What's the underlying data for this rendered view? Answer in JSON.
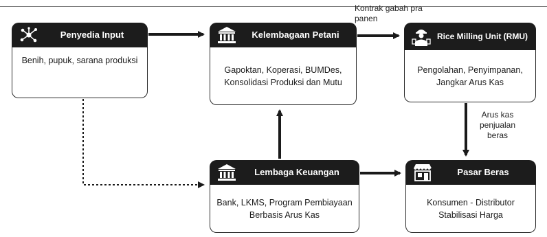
{
  "diagram": {
    "nodes": {
      "input": {
        "title": "Penyedia Input",
        "desc": "Benih, pupuk, sarana produksi",
        "icon": "network-icon"
      },
      "lembagaPetani": {
        "title": "Kelembagaan Petani",
        "desc": "Gapoktan, Koperasi, BUMDes, Konsolidasi Produksi dan Mutu",
        "icon": "bank-building-icon"
      },
      "rmu": {
        "title": "Rice Milling Unit (RMU)",
        "desc": "Pengolahan, Penyimpanan, Jangkar Arus Kas",
        "icon": "worker-icon"
      },
      "keuangan": {
        "title": "Lembaga Keuangan",
        "desc": "Bank, LKMS, Program Pembiayaan Berbasis Arus Kas",
        "icon": "bank-building-icon"
      },
      "pasar": {
        "title": "Pasar Beras",
        "desc": "Konsumen - Distributor Stabilisasi Harga",
        "icon": "market-stall-icon"
      }
    },
    "edges": {
      "kontrak": "Kontrak gabah pra panen",
      "arusKas": "Arus kas penjualan beras"
    }
  }
}
